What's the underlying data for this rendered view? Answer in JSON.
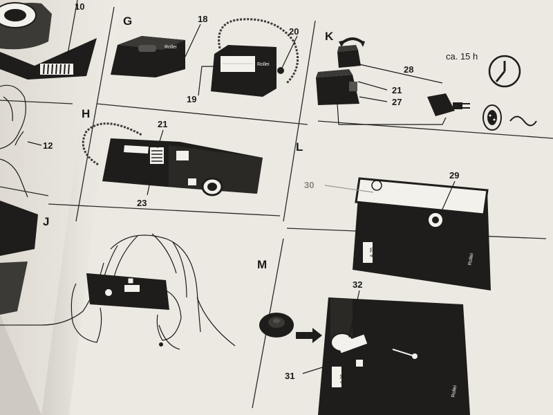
{
  "panels": {
    "g": "G",
    "h": "H",
    "j": "J",
    "k": "K",
    "l": "L",
    "m": "M"
  },
  "callouts": {
    "n10": "10",
    "n12": "12",
    "n18": "18",
    "n19": "19",
    "n20": "20",
    "n21_h": "21",
    "n23": "23",
    "n21_k": "21",
    "n27": "27",
    "n28": "28",
    "n29": "29",
    "n30": "30",
    "n31": "31",
    "n32": "32"
  },
  "charge_time": "ca. 15 h",
  "brand": "Rollei",
  "model": "A 26"
}
